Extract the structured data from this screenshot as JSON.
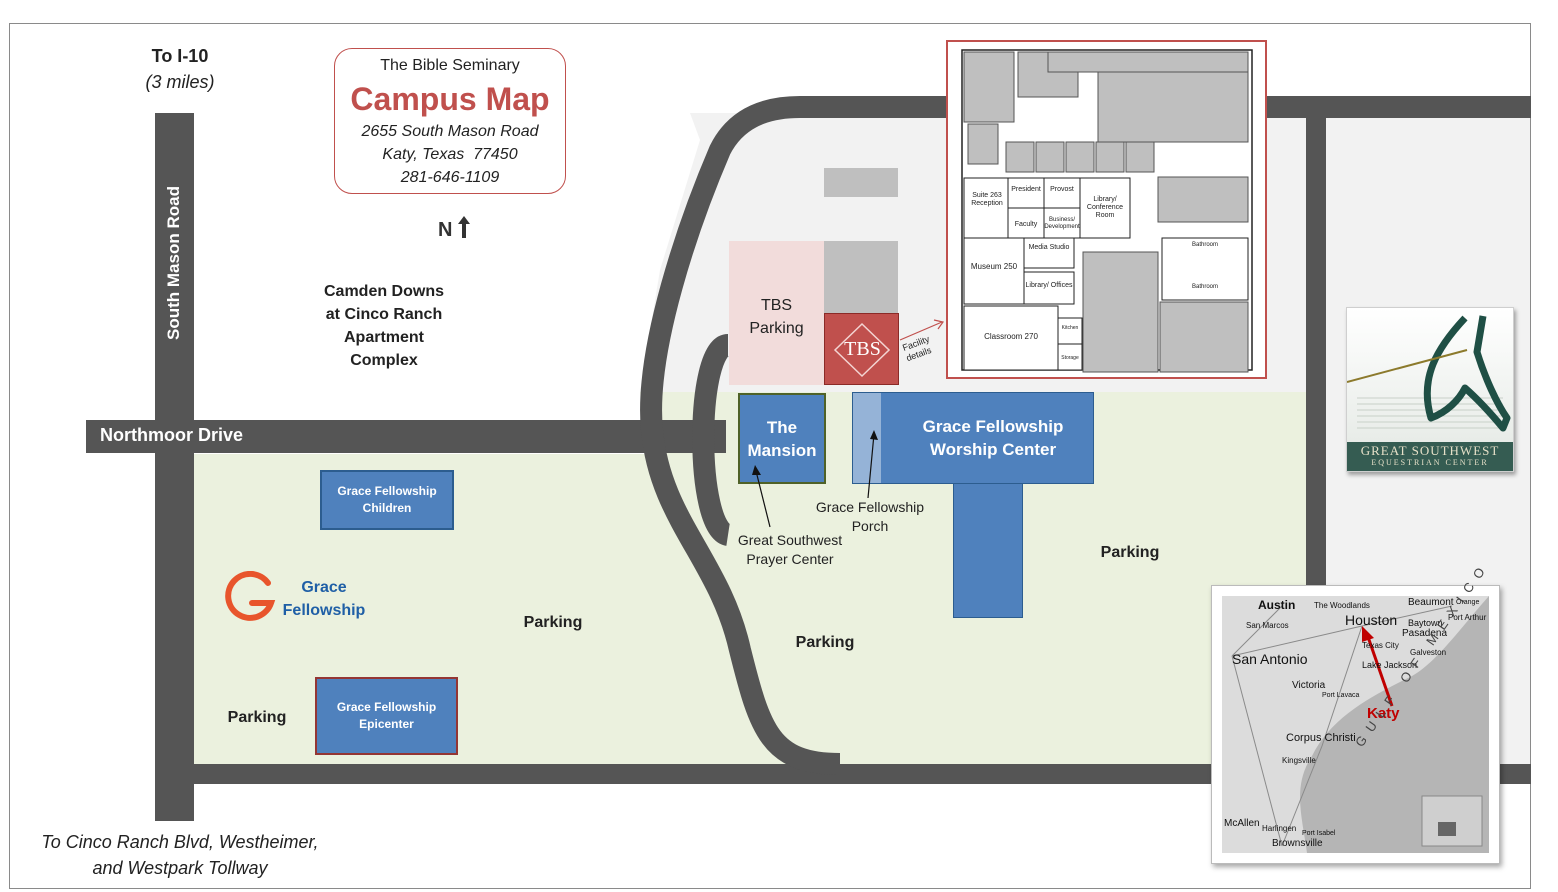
{
  "title_box": {
    "seminary": "The Bible Seminary",
    "title": "Campus Map",
    "address1": "2655 South Mason Road",
    "address2": "Katy, Texas  77450",
    "phone": "281-646-1109"
  },
  "north": "N",
  "to_i10": {
    "line1": "To I-10",
    "line2": "(3 miles)"
  },
  "south_note": {
    "line1": "To Cinco Ranch Blvd, Westheimer,",
    "line2": "and Westpark Tollway"
  },
  "roads": {
    "south_mason": "South Mason Road",
    "northmoor": "Northmoor Drive"
  },
  "camden": {
    "l1": "Camden Downs",
    "l2": "at Cinco Ranch",
    "l3": "Apartment",
    "l4": "Complex"
  },
  "tbs_parking": {
    "l1": "TBS",
    "l2": "Parking"
  },
  "tbs_logo": "TBS",
  "facility_details": {
    "l1": "Facility",
    "l2": "details"
  },
  "mansion": {
    "l1": "The",
    "l2": "Mansion"
  },
  "worship": {
    "l1": "Grace Fellowship",
    "l2": "Worship Center"
  },
  "porch_label": {
    "l1": "Grace Fellowship",
    "l2": "Porch"
  },
  "prayer_label": {
    "l1": "Great Southwest",
    "l2": "Prayer Center"
  },
  "children": {
    "l1": "Grace Fellowship",
    "l2": "Children"
  },
  "epicenter": {
    "l1": "Grace Fellowship",
    "l2": "Epicenter"
  },
  "grace_logo": {
    "l1": "Grace",
    "l2": "Fellowship"
  },
  "parking_labels": [
    "Parking",
    "Parking",
    "Parking",
    "Parking"
  ],
  "equestrian": {
    "l1": "GREAT SOUTHWEST",
    "l2": "EQUESTRIAN CENTER"
  },
  "floorplan": {
    "suite": "Suite 263 Reception",
    "president": "President",
    "provost": "Provost",
    "library_conf": "Library/ Conference Room",
    "faculty": "Faculty",
    "business": "Business/ Development",
    "media": "Media Studio",
    "museum": "Museum 250",
    "library_offices": "Library/ Offices",
    "bathroom1": "Bathroom",
    "bathroom2": "Bathroom",
    "classroom": "Classroom 270",
    "kitchen": "Kitchen",
    "storage": "Storage"
  },
  "inset_map": {
    "cities": [
      "Austin",
      "The Woodlands",
      "Beaumont",
      "Orange",
      "San Marcos",
      "Houston",
      "Baytown",
      "Port Arthur",
      "Pasadena",
      "San Antonio",
      "Texas City",
      "Galveston",
      "Lake Jackson",
      "Victoria",
      "Port Lavaca",
      "Corpus Christi",
      "Kingsville",
      "Harlingen",
      "McAllen",
      "Brownsville",
      "Port Isabel"
    ],
    "katy": "Katy",
    "gulf": "GULF OF MEXICO"
  },
  "colors": {
    "road": "#555555",
    "green_area": "#ebf1de",
    "building_blue": "#4f81bd",
    "tbs_red": "#c0504d",
    "tbs_parking_pink": "#f2dcdb",
    "grace_blue": "#1f5fa6",
    "grace_orange": "#e8552c"
  }
}
